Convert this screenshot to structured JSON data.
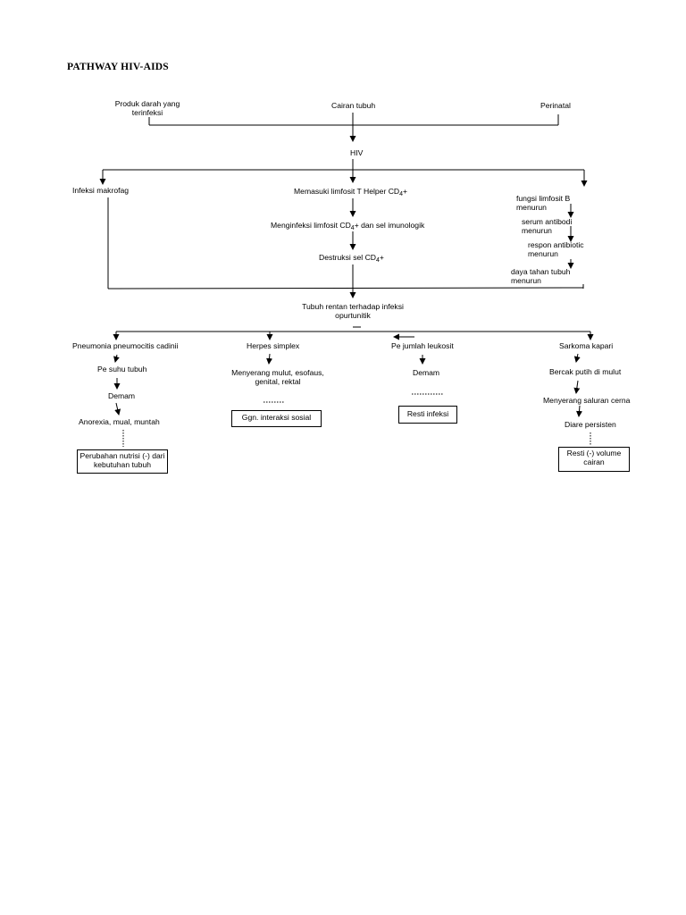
{
  "title": "PATHWAY HIV-AIDS",
  "sources": {
    "produk": "Produk darah yang terinfeksi",
    "cairan": "Cairan  tubuh",
    "perinatal": "Perinatal"
  },
  "hiv": "HIV",
  "left": {
    "makrofag": "Infeksi makrofag"
  },
  "center": {
    "memasuki": "Memasuki limfosit T Helper CD",
    "memasuki_sub": "4",
    "memasuki_sup": "+",
    "menginfeksi": "Menginfeksi limfosit CD",
    "menginfeksi_sub": "4",
    "menginfeksi_tail": "+ dan sel imunologik",
    "destruksi": "Destruksi sel CD",
    "destruksi_sub": "4",
    "destruksi_sup": "+"
  },
  "right": {
    "fungsi": "fungsi limfosit B menurun",
    "serum": "serum antibodi menurun",
    "respon": "respon antibiotic menurun",
    "daya": "daya tahan tubuh menurun"
  },
  "tubuh_rentan": "Tubuh rentan terhadap infeksi opurtunitik",
  "col1": {
    "head": "Pneumonia pneumocitis cadinii",
    "suhu": "Pe  suhu tubuh",
    "demam": "Demam",
    "anorexia": "Anorexia, mual, muntah",
    "box": "Perubahan nutrisi (-) dari kebutuhan tubuh"
  },
  "col2": {
    "head": "Herpes simplex",
    "menyerang": "Menyerang mulut, esofaus, genital, rektal",
    "box": "Ggn. interaksi sosial"
  },
  "col3": {
    "head": "Pe   jumlah leukosit",
    "demam": "Demam",
    "box": "Resti infeksi"
  },
  "col4": {
    "head": "Sarkoma kapari",
    "bercak": "Bercak putih di mulut",
    "menyerang": "Menyerang saluran cerna",
    "diare": "Diare persisten",
    "box": "Resti (-) volume cairan"
  }
}
